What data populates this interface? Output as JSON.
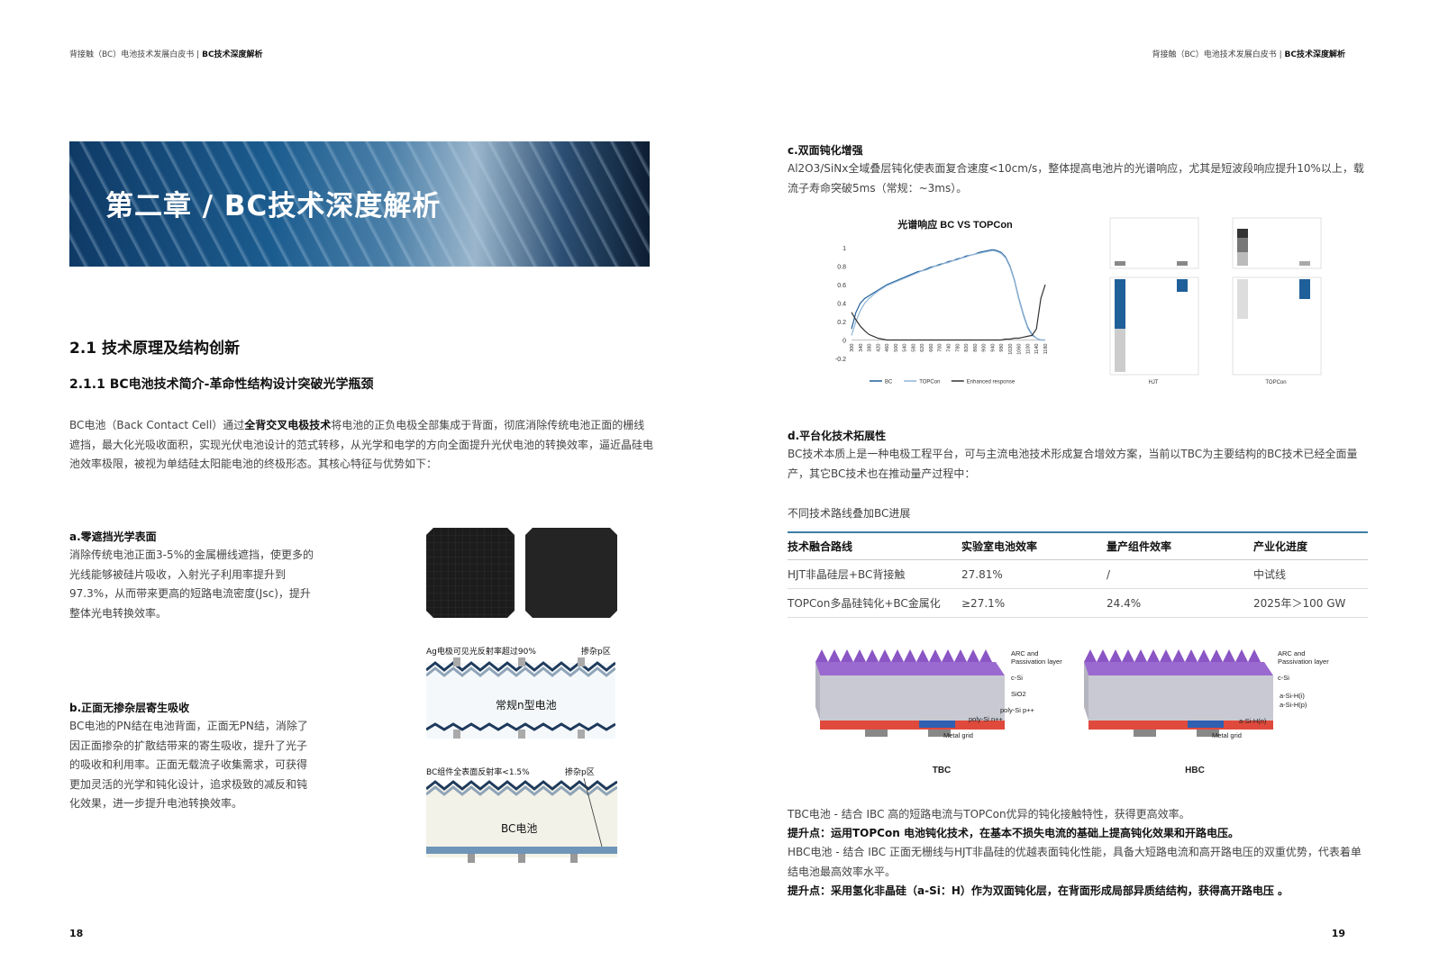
{
  "header": {
    "left_pre": "背接触（BC）电池技术发展白皮书",
    "left_bold": "BC技术深度解析",
    "right_pre": "背接触（BC）电池技术发展白皮书",
    "right_bold": "BC技术深度解析"
  },
  "chapter_title": "第二章 / BC技术深度解析",
  "section_title": "2.1 技术原理及结构创新",
  "subsection_title": "2.1.1 BC电池技术简介-革命性结构设计突破光学瓶颈",
  "intro": {
    "p1": "BC电池（Back Contact Cell）通过",
    "bold": "全背交叉电极技术",
    "p2": "将电池的正负电极全部集成于背面，彻底消除传统电池正面的栅线遮挡，最大化光吸收面积，实现光伏电池设计的范式转移，从光学和电学的方向全面提升光伏电池的转换效率，逼近晶硅电池效率极限，被视为单结硅太阳能电池的终极形态。其核心特征与优势如下："
  },
  "feature_a": {
    "title": "a.零遮挡光学表面",
    "text": "消除传统电池正面3-5%的金属栅线遮挡，使更多的光线能够被硅片吸收，入射光子利用率提升到97.3%，从而带来更高的短路电流密度(Jsc)，提升整体光电转换效率。"
  },
  "feature_b": {
    "title": "b.正面无掺杂层寄生吸收",
    "text": "BC电池的PN结在电池背面，正面无PN结，消除了因正面掺杂的扩散结带来的寄生吸收，提升了光子的吸收和利用率。正面无载流子收集需求，可获得更加灵活的光学和钝化设计，追求极致的减反和钝化效果，进一步提升电池转换效率。"
  },
  "diagram_conv": {
    "label_left": "Ag电极可见光反射率超过90%",
    "label_right": "掺杂p区",
    "center": "常规n型电池"
  },
  "diagram_bc": {
    "label_left": "BC组件全表面反射率<1.5%",
    "label_right": "掺杂p区",
    "center": "BC电池"
  },
  "feature_c": {
    "title": "c.双面钝化增强",
    "text": "Al2O3/SiNx全域叠层钝化使表面复合速度<10cm/s，整体提高电池片的光谱响应，尤其是短波段响应提升10%以上，载流子寿命突破5ms（常规：~3ms）。"
  },
  "chart_data": {
    "type": "line",
    "title": "光谱响应 BC VS TOPCon",
    "x": [
      300,
      320,
      340,
      360,
      380,
      400,
      420,
      440,
      460,
      480,
      500,
      520,
      540,
      560,
      580,
      600,
      620,
      640,
      660,
      680,
      700,
      720,
      740,
      760,
      780,
      800,
      820,
      840,
      860,
      880,
      900,
      920,
      940,
      960,
      980,
      1000,
      1020,
      1040,
      1060,
      1080,
      1100,
      1120,
      1140,
      1160,
      1180
    ],
    "tick_labels": [
      "300",
      "340",
      "380",
      "420",
      "460",
      "500",
      "540",
      "580",
      "620",
      "660",
      "700",
      "740",
      "780",
      "820",
      "860",
      "900",
      "940",
      "980",
      "1020",
      "1060",
      "1100",
      "1140",
      "1180"
    ],
    "yticks": [
      "1",
      "0.8",
      "0.6",
      "0.4",
      "0.2",
      "0",
      "-0.2"
    ],
    "ylim": [
      -0.2,
      1.05
    ],
    "series": [
      {
        "name": "BC",
        "color": "#1f5f9a",
        "values": [
          0.12,
          0.3,
          0.4,
          0.45,
          0.48,
          0.51,
          0.54,
          0.57,
          0.6,
          0.62,
          0.64,
          0.66,
          0.68,
          0.7,
          0.72,
          0.74,
          0.75,
          0.77,
          0.79,
          0.8,
          0.82,
          0.83,
          0.85,
          0.86,
          0.88,
          0.89,
          0.91,
          0.92,
          0.93,
          0.95,
          0.96,
          0.97,
          0.98,
          0.97,
          0.95,
          0.9,
          0.8,
          0.65,
          0.45,
          0.28,
          0.14,
          0.06,
          0.02,
          0.0,
          0.0
        ]
      },
      {
        "name": "TOPCon",
        "color": "#8fb4d6",
        "values": [
          0.05,
          0.2,
          0.32,
          0.4,
          0.45,
          0.49,
          0.53,
          0.56,
          0.59,
          0.61,
          0.63,
          0.65,
          0.67,
          0.69,
          0.71,
          0.73,
          0.75,
          0.76,
          0.78,
          0.8,
          0.81,
          0.83,
          0.84,
          0.86,
          0.87,
          0.89,
          0.9,
          0.92,
          0.93,
          0.94,
          0.95,
          0.96,
          0.97,
          0.96,
          0.94,
          0.89,
          0.79,
          0.64,
          0.44,
          0.27,
          0.13,
          0.05,
          0.02,
          0.0,
          0.0
        ]
      },
      {
        "name": "Enhanced response",
        "color": "#333333",
        "values": [
          0.3,
          0.22,
          0.15,
          0.1,
          0.06,
          0.04,
          0.02,
          0.01,
          0.0,
          0.0,
          0.0,
          0.0,
          0.0,
          0.0,
          0.0,
          0.0,
          0.0,
          0.0,
          0.0,
          0.0,
          0.0,
          0.0,
          0.0,
          0.0,
          0.0,
          0.0,
          0.0,
          0.0,
          0.0,
          0.0,
          0.0,
          0.0,
          0.0,
          0.0,
          0.0,
          0.01,
          0.01,
          0.02,
          0.02,
          0.03,
          0.04,
          0.05,
          0.12,
          0.45,
          0.6
        ]
      }
    ],
    "legend": "bottom"
  },
  "panels": {
    "hjt_label": "HJT",
    "topcon_label": "TOPCon"
  },
  "feature_d": {
    "title": "d.平台化技术拓展性",
    "text": "BC技术本质上是一种电极工程平台，可与主流电池技术形成复合增效方案，当前以TBC为主要结构的BC技术已经全面量产，其它BC技术也在推动量产过程中："
  },
  "table": {
    "caption": "不同技术路线叠加BC进展",
    "headers": [
      "技术融合路线",
      "实验室电池效率",
      "量产组件效率",
      "产业化进度"
    ],
    "rows": [
      [
        "HJT非晶硅层+BC背接触",
        "27.81%",
        "/",
        "中试线"
      ],
      [
        "TOPCon多晶硅钝化+BC金属化",
        "≥27.1%",
        "24.4%",
        "2025年＞100 GW"
      ]
    ]
  },
  "tbc": {
    "name": "TBC",
    "labels": [
      "ARC and",
      "Passivation layer",
      "c-Si",
      "SiO2",
      "poly-Si p++",
      "poly-Si n++",
      "Metal grid"
    ]
  },
  "hbc": {
    "name": "HBC",
    "labels": [
      "ARC and",
      "Passivation layer",
      "c-Si",
      "a-Si-H(i)",
      "a-Si-H(p)",
      "a-Si-H(n)",
      "Metal grid"
    ]
  },
  "notes": {
    "tbc": "TBC电池 - 结合 IBC 高的短路电流与TOPCon优异的钝化接触特性，获得更高效率。",
    "tbc_point": "提升点：运用TOPCon 电池钝化技术，在基本不损失电流的基础上提高钝化效果和开路电压。",
    "hbc": "HBC电池 - 结合 IBC 正面无栅线与HJT非晶硅的优越表面钝化性能，具备大短路电流和高开路电压的双重优势，代表着单结电池最高效率水平。",
    "hbc_point": "提升点：采用氢化非晶硅（a-Si：H）作为双面钝化层，在背面形成局部异质结结构，获得高开路电压 。"
  },
  "page_numbers": {
    "left": "18",
    "right": "19"
  }
}
